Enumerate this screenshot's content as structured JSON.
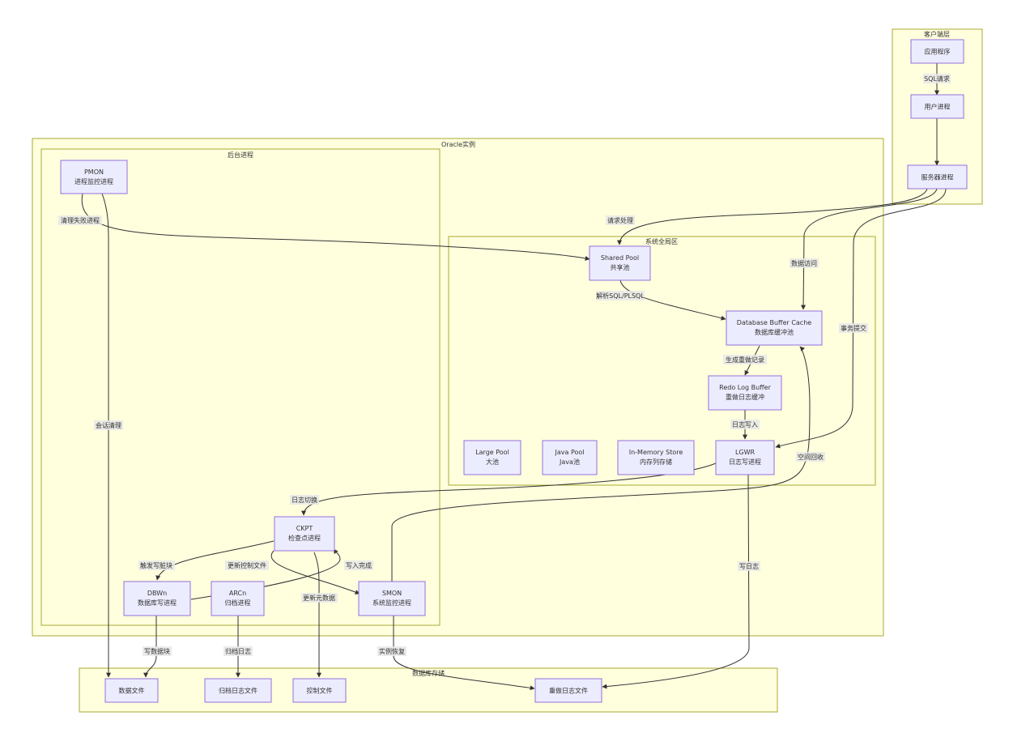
{
  "clusters": {
    "client": "客户端层",
    "instance": "Oracle实例",
    "background": "后台进程",
    "sga": "系统全局区",
    "storage": "数据库存储"
  },
  "nodes": {
    "app": [
      "应用程序"
    ],
    "user_proc": [
      "用户进程"
    ],
    "server_proc": [
      "服务器进程"
    ],
    "pmon": [
      "PMON",
      "进程监控进程"
    ],
    "shared_pool": [
      "Shared Pool",
      "共享池"
    ],
    "db_buffer": [
      "Database Buffer Cache",
      "数据库缓冲池"
    ],
    "redo_buffer": [
      "Redo Log Buffer",
      "重做日志缓冲"
    ],
    "large_pool": [
      "Large Pool",
      "大池"
    ],
    "java_pool": [
      "Java Pool",
      "Java池"
    ],
    "inmemory": [
      "In-Memory Store",
      "内存列存储"
    ],
    "lgwr": [
      "LGWR",
      "日志写进程"
    ],
    "ckpt": [
      "CKPT",
      "检查点进程"
    ],
    "dbwn": [
      "DBWn",
      "数据库写进程"
    ],
    "arcn": [
      "ARCn",
      "归档进程"
    ],
    "smon": [
      "SMON",
      "系统监控进程"
    ],
    "datafile": [
      "数据文件"
    ],
    "archive_file": [
      "归档日志文件"
    ],
    "control_file": [
      "控制文件"
    ],
    "redo_file": [
      "重做日志文件"
    ]
  },
  "edges": {
    "sql_request": "SQL请求",
    "request_processing": "请求处理",
    "data_access": "数据访问",
    "commit": "事务提交",
    "clean_failed": "清理失败进程",
    "session_cleanup": "会话清理",
    "parse": "解析SQL/PLSQL",
    "gen_redo": "生成重做记录",
    "log_write": "日志写入",
    "log_switch": "日志切换",
    "space_reclaim": "空间回收",
    "write_log": "写日志",
    "trigger_write": "触发写脏块",
    "update_ctrl": "更新控制文件",
    "write_done": "写入完成",
    "update_meta": "更新元数据",
    "write_block": "写数据块",
    "archive_log": "归档日志",
    "recovery": "实例恢复"
  }
}
